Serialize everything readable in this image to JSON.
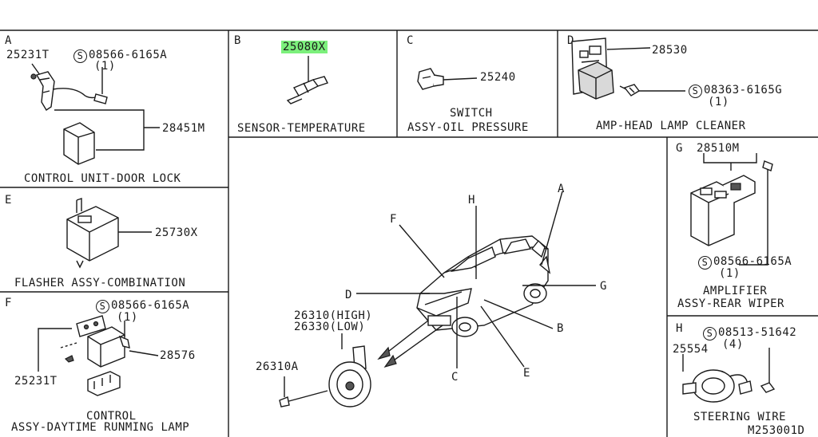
{
  "panels": {
    "A": {
      "letter": "A",
      "part1": "25231T",
      "screw_symbol": "S",
      "screw": "08566-6165A",
      "screw_qty": "(1)",
      "part2": "28451M",
      "caption": "CONTROL UNIT-DOOR LOCK"
    },
    "B": {
      "letter": "B",
      "part": "25080X",
      "caption": "SENSOR-TEMPERATURE"
    },
    "C": {
      "letter": "C",
      "part": "25240",
      "caption_line1": "SWITCH",
      "caption_line2": "ASSY-OIL PRESSURE"
    },
    "D": {
      "letter": "D",
      "part": "28530",
      "screw_symbol": "S",
      "screw": "08363-6165G",
      "screw_qty": "(1)",
      "caption": "AMP-HEAD LAMP CLEANER"
    },
    "E": {
      "letter": "E",
      "part": "25730X",
      "caption": "FLASHER ASSY-COMBINATION"
    },
    "F": {
      "letter": "F",
      "screw_symbol": "S",
      "screw": "08566-6165A",
      "screw_qty": "(1)",
      "part1": "28576",
      "part2": "25231T",
      "caption_line1": "CONTROL",
      "caption_line2": "ASSY-DAYTIME RUNMING LAMP"
    },
    "G": {
      "letter": "G",
      "part": "28510M",
      "screw_symbol": "S",
      "screw": "08566-6165A",
      "screw_qty": "(1)",
      "caption_line1": "AMPLIFIER",
      "caption_line2": "ASSY-REAR WIPER"
    },
    "H": {
      "letter": "H",
      "screw_symbol": "S",
      "screw": "08513-51642",
      "screw_qty": "(4)",
      "part": "25554",
      "caption": "STEERING WIRE"
    },
    "center": {
      "horn_high": "26310(HIGH)",
      "horn_low": "26330(LOW)",
      "horn_bracket": "26310A",
      "callouts": [
        "A",
        "B",
        "C",
        "D",
        "E",
        "F",
        "G",
        "H"
      ]
    }
  },
  "diagram_code": "M253001D"
}
